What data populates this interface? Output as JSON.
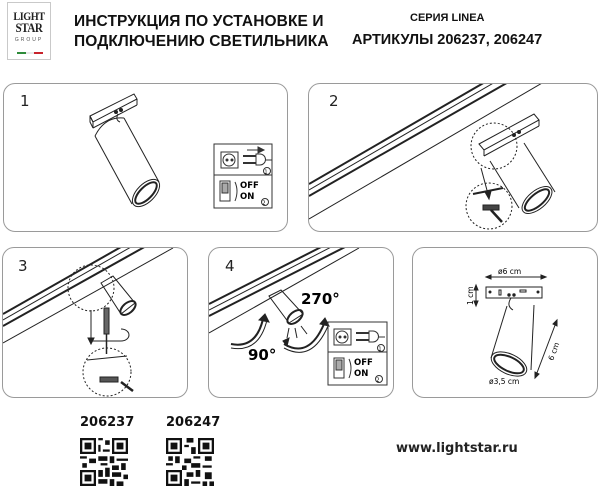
{
  "header": {
    "logo": {
      "line1": "LIGHT",
      "line2": "STAR",
      "line3": "GROUP",
      "flag_colors": [
        "#2e8b3a",
        "#ffffff",
        "#c8232c"
      ]
    },
    "title_line1": "ИНСТРУКЦИЯ ПО УСТАНОВКЕ И",
    "title_line2": "ПОДКЛЮЧЕНИЮ СВЕТИЛЬНИКА",
    "series": "СЕРИЯ LINEA",
    "articles": "АРТИКУЛЫ 206237, 206247"
  },
  "steps": [
    {
      "number": "1",
      "description": "Fixture with power safety box",
      "power_box": {
        "step1": "1",
        "off": "OFF",
        "on": "ON",
        "step2": "2"
      }
    },
    {
      "number": "2",
      "description": "Insert fixture into track"
    },
    {
      "number": "3",
      "description": "Secure with screwdriver"
    },
    {
      "number": "4",
      "description": "Rotate fixture",
      "angle_vertical": "90°",
      "angle_horizontal": "270°",
      "power_box": {
        "step1": "1",
        "off": "OFF",
        "on": "ON",
        "step2": "2"
      }
    },
    {
      "number": "",
      "description": "Dimensions",
      "dims": {
        "width": "ø6 cm",
        "height": "1 cm",
        "length": "6 cm",
        "diameter": "ø3,5 cm"
      }
    }
  ],
  "footer": {
    "qr_codes": [
      {
        "label": "206237"
      },
      {
        "label": "206247"
      }
    ],
    "website": "www.lightstar.ru"
  },
  "colors": {
    "line": "#2a2a2a",
    "border": "#9a9a9a"
  }
}
